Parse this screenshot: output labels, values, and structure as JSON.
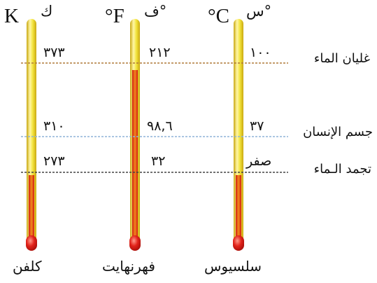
{
  "thermometers": [
    {
      "id": "kelvin",
      "name_ar": "كلفن",
      "unit_latin": "K",
      "unit_ar": "ك",
      "boiling": "٣٧٣",
      "body": "٣١٠",
      "freezing": "٢٧٣",
      "boiling_value": 373,
      "body_value": 310,
      "freezing_value": 273
    },
    {
      "id": "fahrenheit",
      "name_ar": "فهرنهايت",
      "unit_latin": "°F",
      "unit_ar": "°ف",
      "boiling": "٢١٢",
      "body": "٩٨,٦",
      "freezing": "٣٢",
      "boiling_value": 212,
      "body_value": 98.6,
      "freezing_value": 32
    },
    {
      "id": "celsius",
      "name_ar": "سلسيوس",
      "unit_latin": "°C",
      "unit_ar": "°س",
      "boiling": "١٠٠",
      "body": "٣٧",
      "freezing": "صفر",
      "boiling_value": 100,
      "body_value": 37,
      "freezing_value": 0
    }
  ],
  "reference_points": {
    "boiling": "غليان الماء",
    "body": "جسم الإنسان",
    "freezing": "تجمد الـماء"
  },
  "colors": {
    "tube_yellow": "#f2e33a",
    "tube_highlight": "#fff7a6",
    "tube_edge": "#c9a812",
    "mercury_red": "#d41b12",
    "mercury_orange": "#f08a1c",
    "bulb_red": "#e2231a",
    "line_boiling": "#b07a3a",
    "line_body": "#8fb4d8",
    "line_freezing": "#444444"
  }
}
